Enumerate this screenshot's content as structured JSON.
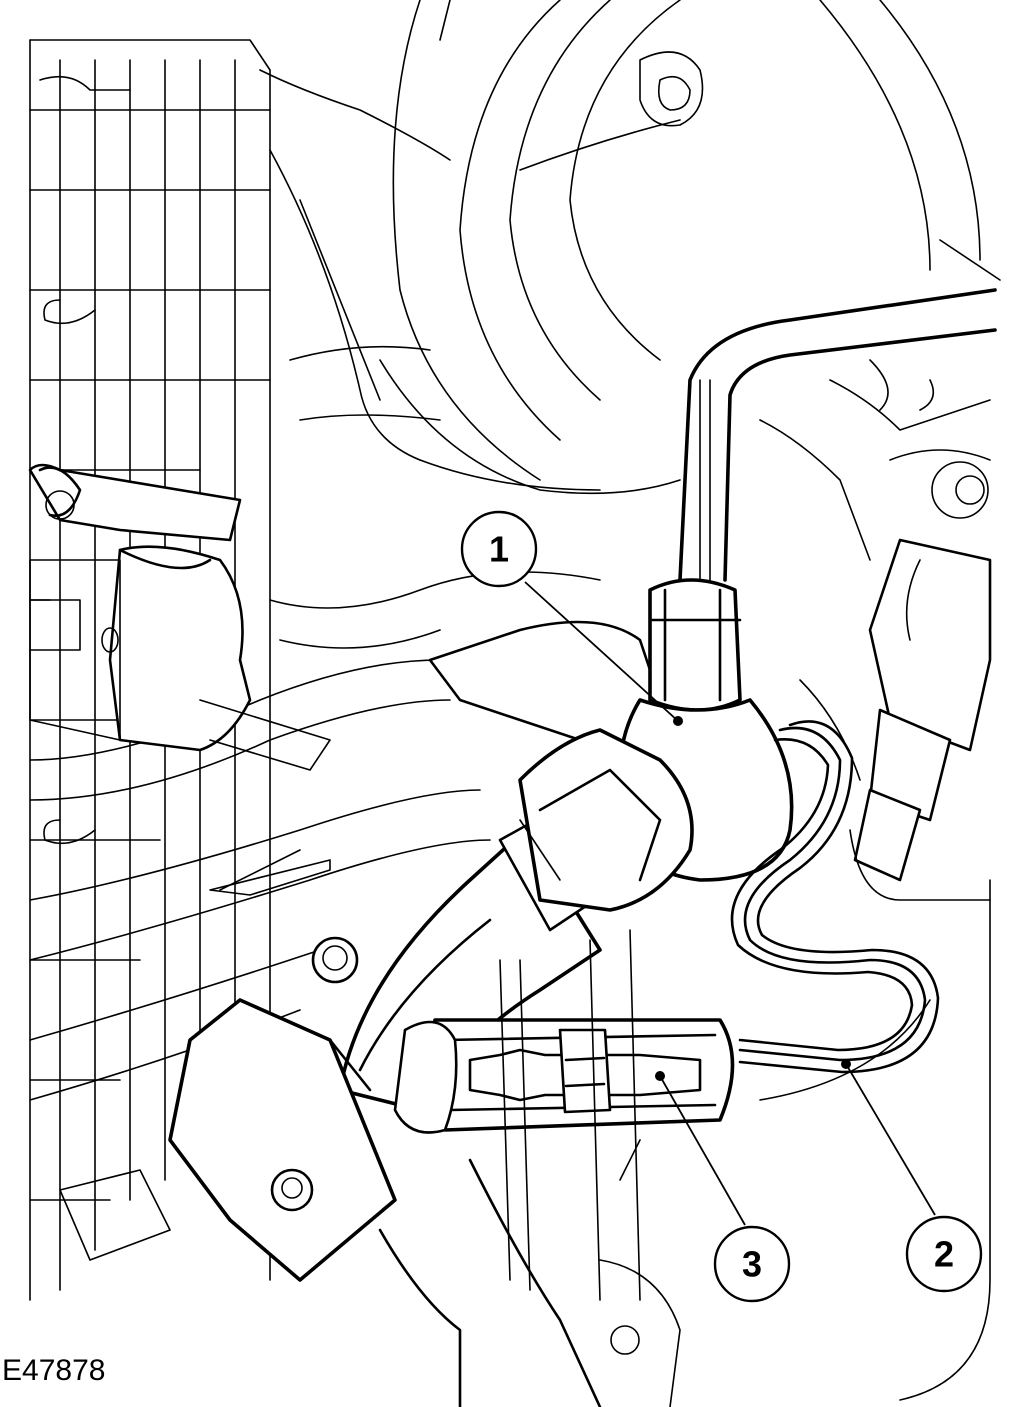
{
  "figure": {
    "id": "E47878",
    "callouts": [
      {
        "number": "1"
      },
      {
        "number": "2"
      },
      {
        "number": "3"
      }
    ]
  }
}
